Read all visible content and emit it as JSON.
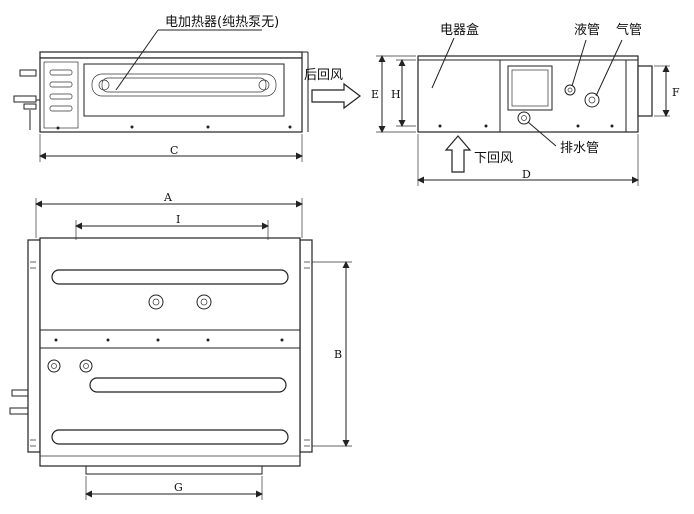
{
  "labels": {
    "electric_heater": "电加热器(纯热泵无)",
    "rear_return_air": "后回风",
    "electrical_box": "电器盒",
    "liquid_pipe": "液管",
    "gas_pipe": "气管",
    "drain_pipe": "排水管",
    "bottom_return_air": "下回风"
  },
  "dimensions": {
    "A": "A",
    "B": "B",
    "C": "C",
    "D": "D",
    "E": "E",
    "F": "F",
    "G": "G",
    "H": "H",
    "I": "I"
  }
}
